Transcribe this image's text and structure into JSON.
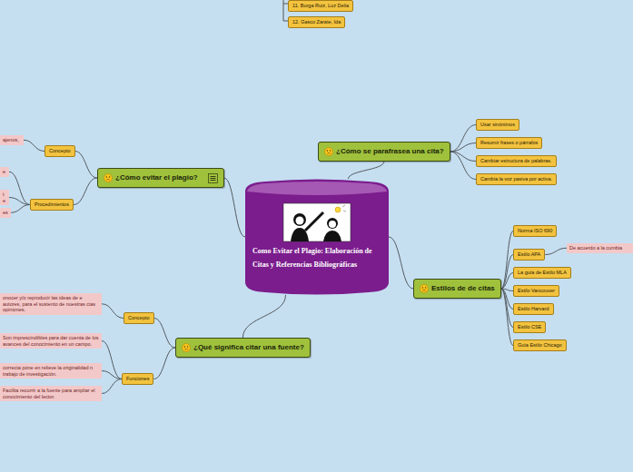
{
  "diagram": {
    "nodes": [
      {
        "text": [
          "11. Burga Ruiz, Luz Delia"
        ]
      },
      {
        "text": [
          "12. Gasco Zarate, Ida"
        ]
      },
      {
        "text": [
          "Como Evitar el Plagio: Elaboración de Citas y Referencias Bibliográficas"
        ]
      },
      {
        "text": [
          "¿Cómo se parafrasea una cita?"
        ]
      },
      {
        "text": [
          "Usar sinónimos"
        ]
      },
      {
        "text": [
          "Resumir frases o párrafos"
        ]
      },
      {
        "text": [
          "Cambiar estructura de palabras."
        ]
      },
      {
        "text": [
          "Cambia la voz pasiva por activa."
        ]
      },
      {
        "text": [
          "¿Cómo evitar el plagio?"
        ]
      },
      {
        "text": [
          "Concepto"
        ]
      },
      {
        "text": [
          "ajenos,"
        ]
      },
      {
        "text": [
          "Procedimientos"
        ]
      },
      {
        "text": [
          "e"
        ]
      },
      {
        "text": [
          "te"
        ]
      },
      {
        "text": [
          "es"
        ]
      },
      {
        "text": [
          "Estilos de de citas"
        ]
      },
      {
        "text": [
          "Norma ISO 690"
        ]
      },
      {
        "text": [
          "Estilo APA"
        ]
      },
      {
        "text": [
          "De acuerdo a la cumbia"
        ]
      },
      {
        "text": [
          "La guía de Estilo MLA"
        ]
      },
      {
        "text": [
          "Estilo Vancouver"
        ]
      },
      {
        "text": [
          "Estilo Harvard"
        ]
      },
      {
        "text": [
          "Estilo CSE"
        ]
      },
      {
        "text": [
          "Guía Estilo Chicago"
        ]
      },
      {
        "text": [
          "¿Qué significa citar una fuente?"
        ]
      },
      {
        "text": [
          "Concepto"
        ]
      },
      {
        "text": [
          "onocer y/o reproducir las ideas de e autores, para el sustento de nuestras cias opiniones."
        ]
      },
      {
        "text": [
          "Funciones"
        ]
      },
      {
        "text": [
          "Son imprescindibles para dar cuenta de los avances del conocimiento en un campo."
        ]
      },
      {
        "text": [
          "correcta pone en relieve la originalidad n trabajo de investigación."
        ]
      },
      {
        "text": [
          "Facilita recurrir a la fuente para ampliar el conocimiento del lector."
        ]
      }
    ],
    "edges": [
      {
        "from": 2,
        "to": 3,
        "arrow": "none"
      },
      {
        "from": 3,
        "to": 4,
        "arrow": "none"
      },
      {
        "from": 3,
        "to": 5,
        "arrow": "none"
      },
      {
        "from": 3,
        "to": 6,
        "arrow": "none"
      },
      {
        "from": 3,
        "to": 7,
        "arrow": "none"
      },
      {
        "from": 2,
        "to": 8,
        "arrow": "none"
      },
      {
        "from": 8,
        "to": 9,
        "arrow": "none"
      },
      {
        "from": 9,
        "to": 10,
        "arrow": "none"
      },
      {
        "from": 8,
        "to": 11,
        "arrow": "none"
      },
      {
        "from": 11,
        "to": 12,
        "arrow": "none"
      },
      {
        "from": 11,
        "to": 13,
        "arrow": "none"
      },
      {
        "from": 11,
        "to": 14,
        "arrow": "none"
      },
      {
        "from": 2,
        "to": 15,
        "arrow": "none"
      },
      {
        "from": 15,
        "to": 16,
        "arrow": "none"
      },
      {
        "from": 15,
        "to": 17,
        "arrow": "none"
      },
      {
        "from": 17,
        "to": 18,
        "arrow": "none"
      },
      {
        "from": 15,
        "to": 19,
        "arrow": "none"
      },
      {
        "from": 15,
        "to": 20,
        "arrow": "none"
      },
      {
        "from": 15,
        "to": 21,
        "arrow": "none"
      },
      {
        "from": 15,
        "to": 22,
        "arrow": "none"
      },
      {
        "from": 15,
        "to": 23,
        "arrow": "none"
      },
      {
        "from": 2,
        "to": 24,
        "arrow": "none"
      },
      {
        "from": 24,
        "to": 25,
        "arrow": "none"
      },
      {
        "from": 25,
        "to": 26,
        "arrow": "none"
      },
      {
        "from": 24,
        "to": 27,
        "arrow": "none"
      },
      {
        "from": 27,
        "to": 28,
        "arrow": "none"
      },
      {
        "from": 27,
        "to": 29,
        "arrow": "none"
      },
      {
        "from": 27,
        "to": 30,
        "arrow": "none"
      }
    ]
  }
}
